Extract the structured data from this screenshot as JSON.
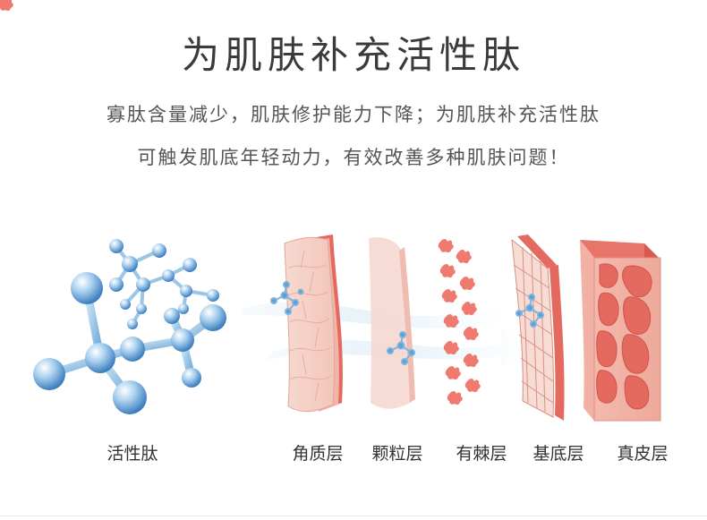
{
  "title": "为肌肤补充活性肽",
  "subtitle_line1": "寡肽含量减少，肌肤修护能力下降；为肌肤补充活性肽",
  "subtitle_line2": "可触发肌底年轻动力，有效改善多种肌肤问题！",
  "labels": {
    "peptide": "活性肽",
    "stratum_corneum": "角质层",
    "granular": "颗粒层",
    "spinous": "有棘层",
    "basal": "基底层",
    "dermis": "真皮层"
  },
  "colors": {
    "molecule_blue": "#6aa6d8",
    "skin_pink": "#f3c3b8",
    "skin_red": "#e0554e",
    "flow_white": "#eaf4fb"
  }
}
